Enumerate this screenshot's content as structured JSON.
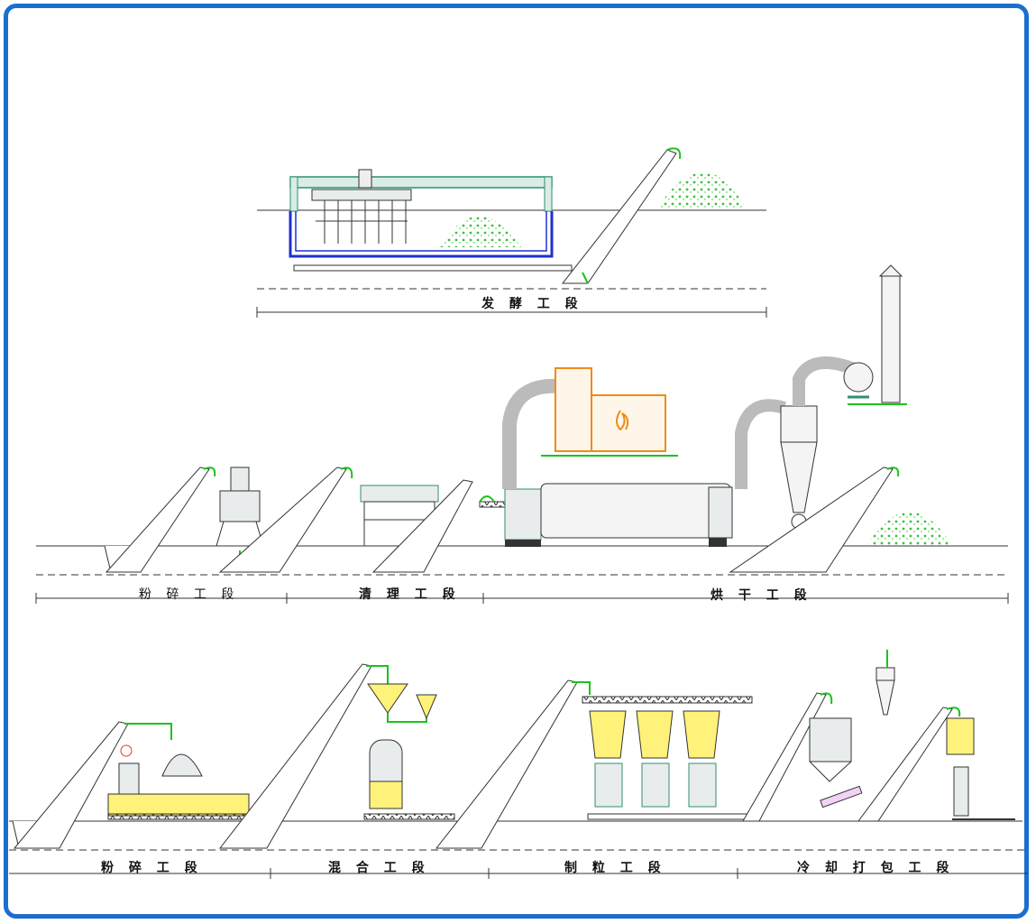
{
  "colors": {
    "frame": "#1a6ecf",
    "equipment_fill": "#e8ecec",
    "equipment_green": "#2f8f72",
    "feed_line": "#19c41a",
    "frame_pool": "#1f2fd1",
    "furnace": "#f08a1a",
    "hopper_yellow": "#fff27a",
    "product_pile": "#3cc23c"
  },
  "sections": {
    "fermentation": "发 酵 工 段",
    "crushing_top": "粉 碎 工 段",
    "cleaning": "清 理 工 段",
    "drying": "烘 干 工 段",
    "crushing_bottom": "粉 碎 工 段",
    "mixing": "混 合 工 段",
    "pelleting": "制 粒 工 段",
    "cooling_packing": "冷 却 打 包 工 段"
  },
  "icons": [
    "fire-icon",
    "conveyor-icon",
    "cyclone-icon",
    "fan-icon",
    "dryer-drum-icon",
    "hopper-icon",
    "pellet-mill-icon",
    "cooler-icon",
    "bagging-scale-icon"
  ]
}
